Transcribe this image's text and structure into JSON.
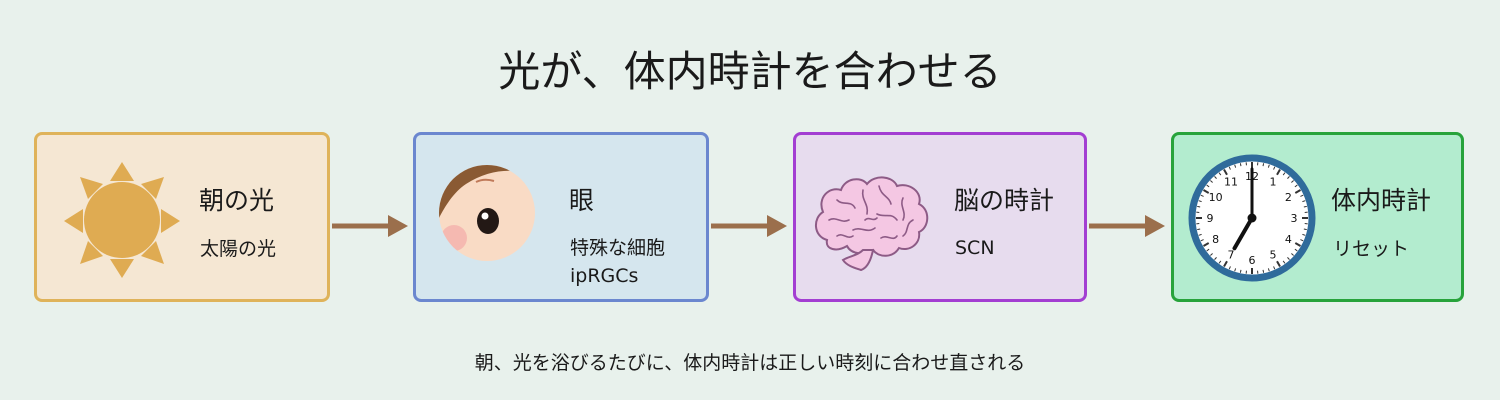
{
  "title": "光が、体内時計を合わせる",
  "steps": [
    {
      "label": "朝の光",
      "sublabel": "太陽の光",
      "icon": "sun-icon",
      "bg": "#f5e7d3",
      "border": "#dfb35a"
    },
    {
      "label": "眼",
      "sublabel": "特殊な細胞",
      "sublabel2": "ipRGCs",
      "icon": "eye-face-icon",
      "bg": "#d5e6ee",
      "border": "#6b87cf"
    },
    {
      "label": "脳の時計",
      "sublabel": "SCN",
      "icon": "brain-icon",
      "bg": "#e7dcee",
      "border": "#a33ed2"
    },
    {
      "label": "体内時計",
      "sublabel": "リセット",
      "icon": "clock-icon",
      "bg": "#b3eccf",
      "border": "#27a33b",
      "clock_numbers": [
        "12",
        "1",
        "2",
        "3",
        "4",
        "5",
        "6",
        "7",
        "8",
        "9",
        "10",
        "11"
      ]
    }
  ],
  "arrow_color": "#9b6f4c",
  "caption": "朝、光を浴びるたびに、体内時計は正しい時刻に合わせ直される"
}
